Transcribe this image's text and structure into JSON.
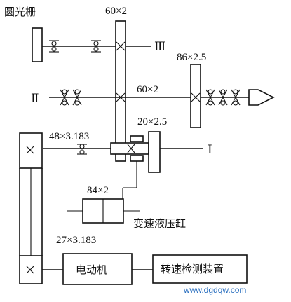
{
  "labels": {
    "grating": "圆光栅",
    "gear_60x2_top": "60×2",
    "shaft_iii": "Ⅲ",
    "gear_86x2_5": "86×2.5",
    "shaft_ii": "Ⅱ",
    "gear_60x2_mid": "60×2",
    "gear_20x2_5": "20×2.5",
    "gear_48x3_183": "48×3.183",
    "shaft_i": "Ⅰ",
    "gear_84x2": "84×2",
    "cylinder": "变速液压缸",
    "belt_27x3_183": "27×3.183",
    "motor": "电动机",
    "speed_detector": "转速检测装置"
  },
  "watermark": "www.dgdqw.com"
}
